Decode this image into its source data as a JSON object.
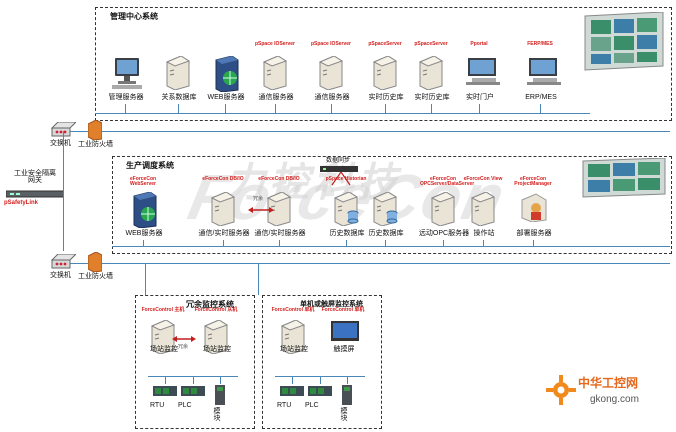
{
  "sections": {
    "management": "管理中心系统",
    "production": "生产调度系统",
    "redundant": "冗余监控系统",
    "standalone": "单机或触屏监控系统"
  },
  "network": {
    "switch_top": "交换机",
    "firewall_top": "工业防火墙",
    "switch_bottom": "交换机",
    "firewall_bottom": "工业防火墙",
    "gateway_label": "工业安全隔离网关",
    "gateway_product": "pSafetyLink"
  },
  "management_nodes": [
    {
      "label": "管理服务器",
      "tag": ""
    },
    {
      "label": "关系数据库",
      "tag": ""
    },
    {
      "label": "WEB服务器",
      "tag": ""
    },
    {
      "label": "通信服务器",
      "tag": "pSpace IOServer"
    },
    {
      "label": "通信服务器",
      "tag": "pSpace IOServer"
    },
    {
      "label": "实时历史库",
      "tag": "pSpaceServer"
    },
    {
      "label": "实时历史库",
      "tag": "pSpaceServer"
    },
    {
      "label": "实时门户",
      "tag": "Pportal"
    },
    {
      "label": "ERP/MES",
      "tag": "FERP/MES"
    }
  ],
  "production_nodes": [
    {
      "label": "WEB服务器",
      "tag": "eForceCon WebServer"
    },
    {
      "label": "通信/实时服务器",
      "tag": "eForceCon DB/IO"
    },
    {
      "label": "通信/实时服务器",
      "tag": "eForceCon DB/IO"
    },
    {
      "label": "历史数据库",
      "tag": "pSpace Historian"
    },
    {
      "label": "历史数据库",
      "tag": ""
    },
    {
      "label": "远动OPC服务器",
      "tag": "eForceCon OPCServer/DataServer"
    },
    {
      "label": "操作站",
      "tag": "eForceCon View"
    },
    {
      "label": "部署服务器",
      "tag": "eForceCon ProjectManager"
    }
  ],
  "production_extra": {
    "redundancy": "冗余",
    "sync": "数据同步"
  },
  "redundant_nodes": [
    {
      "label": "场站监控",
      "tag": "ForceControl 主机"
    },
    {
      "label": "场站监控",
      "tag": "ForceControl 从机"
    }
  ],
  "redundant_link": "冗余",
  "standalone_nodes": [
    {
      "label": "场站监控",
      "tag": "ForceControl 单机"
    },
    {
      "label": "触摸屏",
      "tag": "ForceControl 单机"
    }
  ],
  "field_devices_left": [
    "RTU",
    "PLC",
    "模块"
  ],
  "field_devices_right": [
    "RTU",
    "PLC",
    "模块"
  ],
  "watermark": "ForceCon",
  "watermark_cn": "力控科技",
  "site_logo": "中华工控网",
  "site_url": "gkong.com"
}
